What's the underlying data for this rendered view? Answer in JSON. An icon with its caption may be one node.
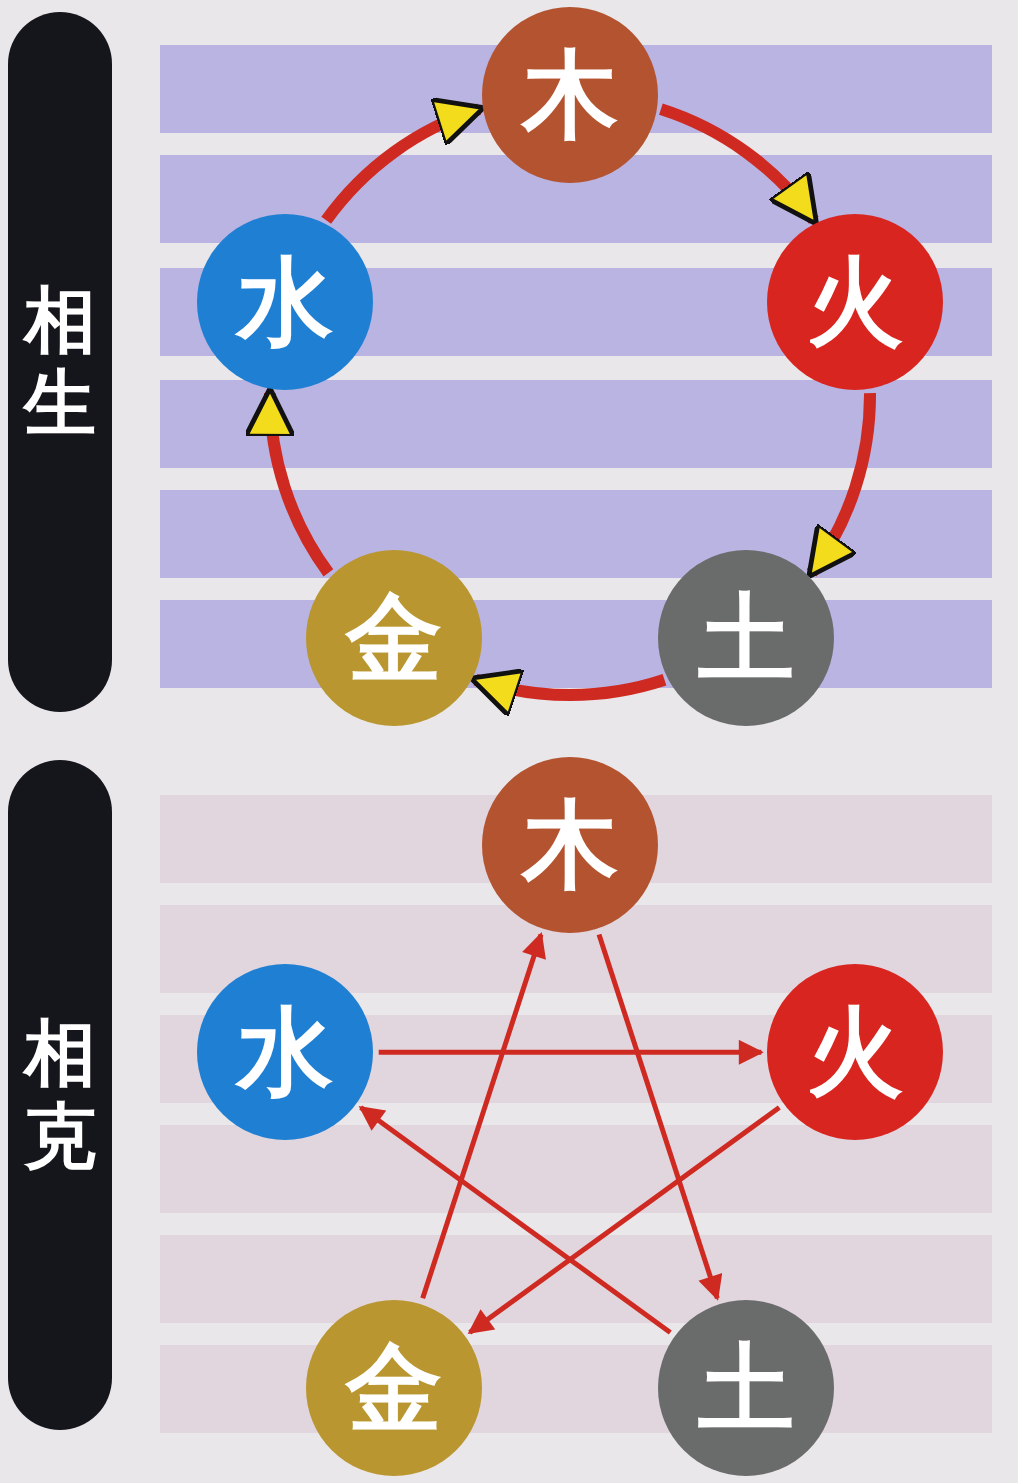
{
  "diagram": {
    "nodes": [
      {
        "text": [
          "相生"
        ]
      },
      {
        "text": [
          "木"
        ]
      },
      {
        "text": [
          "火"
        ]
      },
      {
        "text": [
          "土"
        ]
      },
      {
        "text": [
          "金"
        ]
      },
      {
        "text": [
          "水"
        ]
      },
      {
        "text": [
          "相克"
        ]
      },
      {
        "text": [
          "木"
        ]
      },
      {
        "text": [
          "火"
        ]
      },
      {
        "text": [
          "土"
        ]
      },
      {
        "text": [
          "金"
        ]
      },
      {
        "text": [
          "水"
        ]
      }
    ],
    "edges": [
      {
        "from": 1,
        "to": 2,
        "arrow": "to",
        "style": "thick"
      },
      {
        "from": 2,
        "to": 3,
        "arrow": "to",
        "style": "thick"
      },
      {
        "from": 3,
        "to": 4,
        "arrow": "to",
        "style": "thick"
      },
      {
        "from": 4,
        "to": 5,
        "arrow": "to",
        "style": "thick"
      },
      {
        "from": 5,
        "to": 1,
        "arrow": "to",
        "style": "thick"
      },
      {
        "from": 7,
        "to": 9,
        "arrow": "to"
      },
      {
        "from": 9,
        "to": 11,
        "arrow": "to"
      },
      {
        "from": 11,
        "to": 8,
        "arrow": "to"
      },
      {
        "from": 8,
        "to": 10,
        "arrow": "to"
      },
      {
        "from": 10,
        "to": 7,
        "arrow": "to"
      }
    ]
  }
}
